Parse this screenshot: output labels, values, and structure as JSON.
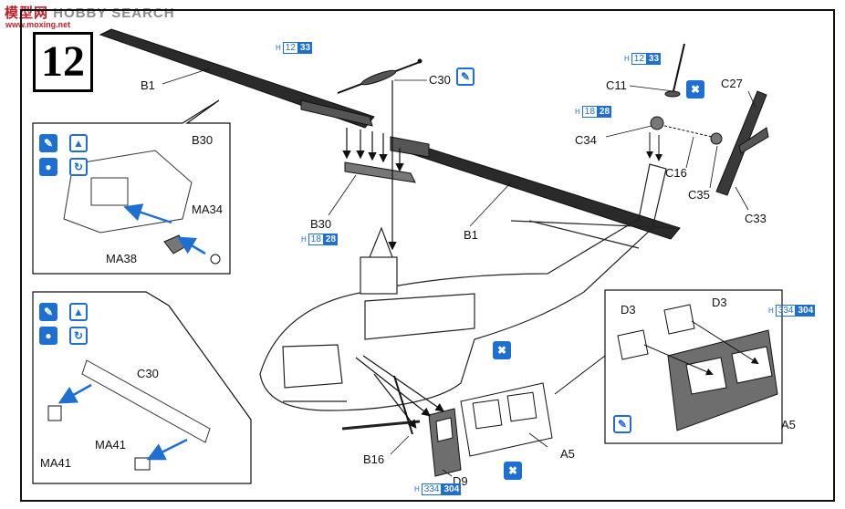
{
  "watermark": {
    "cn": "模型网",
    "en": "HOBBY SEARCH",
    "site": "www.moxing.net"
  },
  "step_number": "12",
  "labels": {
    "b1_top": "B1",
    "b1_bottom": "B1",
    "c30_top": "C30",
    "c11": "C11",
    "c27": "C27",
    "c34": "C34",
    "c16": "C16",
    "c35": "C35",
    "c33": "C33",
    "b30_inset": "B30",
    "ma34": "MA34",
    "ma38": "MA38",
    "b30_main": "B30",
    "c30_inset": "C30",
    "ma41_a": "MA41",
    "ma41_b": "MA41",
    "d3_a": "D3",
    "d3_b": "D3",
    "a5_inset": "A5",
    "a5_main": "A5",
    "b16": "B16",
    "d9": "D9"
  },
  "refs": [
    {
      "key": "blade",
      "prefix": "H",
      "a": "12",
      "b": "33"
    },
    {
      "key": "c11",
      "prefix": "H",
      "a": "12",
      "b": "33"
    },
    {
      "key": "c34",
      "prefix": "H",
      "a": "18",
      "b": "28"
    },
    {
      "key": "b30",
      "prefix": "H",
      "a": "18",
      "b": "28"
    },
    {
      "key": "a5",
      "prefix": "H",
      "a": "334",
      "b": "304"
    },
    {
      "key": "d9",
      "prefix": "H",
      "a": "334",
      "b": "304"
    }
  ],
  "colors": {
    "ink": "#111111",
    "accent": "#1e6fd2",
    "part_fill": "#6e6e6e",
    "blade": "#2a2a2a"
  }
}
